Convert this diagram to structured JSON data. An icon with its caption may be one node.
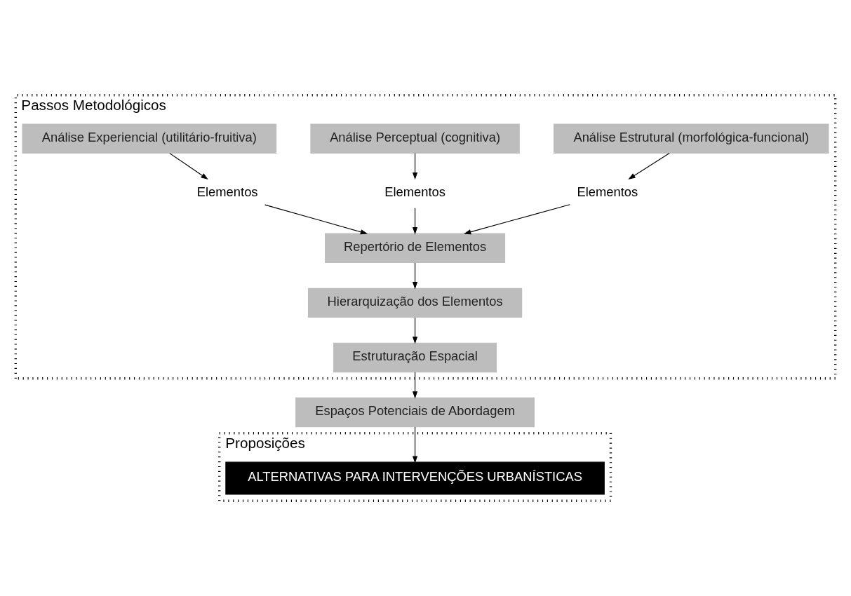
{
  "diagram": {
    "nodes": [
      {
        "text": [
          "Passos Metodológicos"
        ]
      },
      {
        "text": [
          "Análise Estrutural (morfológica-funcional)"
        ],
        "in": 0
      },
      {
        "text": [
          "Análise Perceptual (cognitiva)"
        ],
        "in": 0
      },
      {
        "text": [
          "Análise Experiencial (utilitário-fruitiva)"
        ],
        "in": 0
      },
      {
        "text": [
          "Elementos"
        ],
        "in": 0
      },
      {
        "text": [
          "Elementos"
        ],
        "in": 0
      },
      {
        "text": [
          "Elementos"
        ],
        "in": 0
      },
      {
        "text": [
          "Repertório de Elementos"
        ],
        "in": 0
      },
      {
        "text": [
          "Hierarquização dos Elementos"
        ],
        "in": 0
      },
      {
        "text": [
          "Estruturação Espacial"
        ],
        "in": 0
      },
      {
        "text": [
          "Proposições"
        ]
      },
      {
        "text": [
          "Espaços Potenciais de Abordagem"
        ]
      },
      {
        "text": [
          "ALTERNATIVAS PARA INTERVENÇÕES URBANÍSTICAS"
        ],
        "in": 10
      }
    ],
    "edges": [
      {
        "from": 1,
        "to": 4,
        "arrow": "to"
      },
      {
        "from": 2,
        "to": 5,
        "arrow": "to"
      },
      {
        "from": 3,
        "to": 6,
        "arrow": "to"
      },
      {
        "from": 4,
        "to": 7,
        "arrow": "to"
      },
      {
        "from": 5,
        "to": 7,
        "arrow": "to"
      },
      {
        "from": 6,
        "to": 7,
        "arrow": "to"
      },
      {
        "from": 7,
        "to": 8,
        "arrow": "to"
      },
      {
        "from": 8,
        "to": 9,
        "arrow": "to"
      },
      {
        "from": 9,
        "to": 11,
        "arrow": "to"
      },
      {
        "from": 11,
        "to": 12,
        "arrow": "to"
      }
    ]
  }
}
